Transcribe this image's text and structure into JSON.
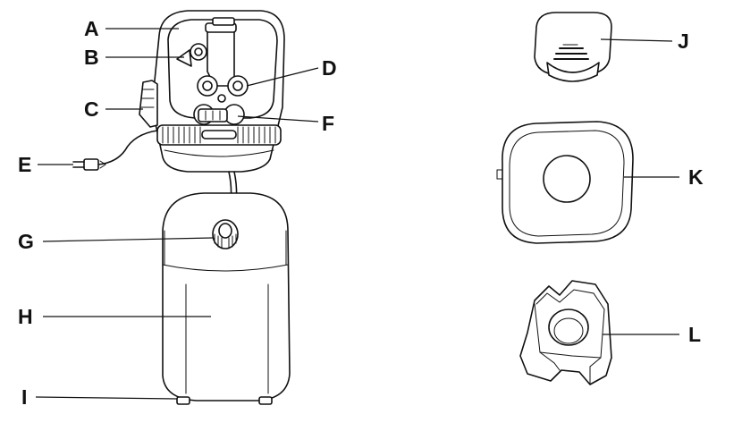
{
  "labels": {
    "a": "A",
    "b": "B",
    "c": "C",
    "d": "D",
    "e": "E",
    "f": "F",
    "g": "G",
    "h": "H",
    "i": "I",
    "j": "J",
    "k": "K",
    "l": "L"
  },
  "colors": {
    "line": "#111111",
    "background": "#ffffff"
  }
}
